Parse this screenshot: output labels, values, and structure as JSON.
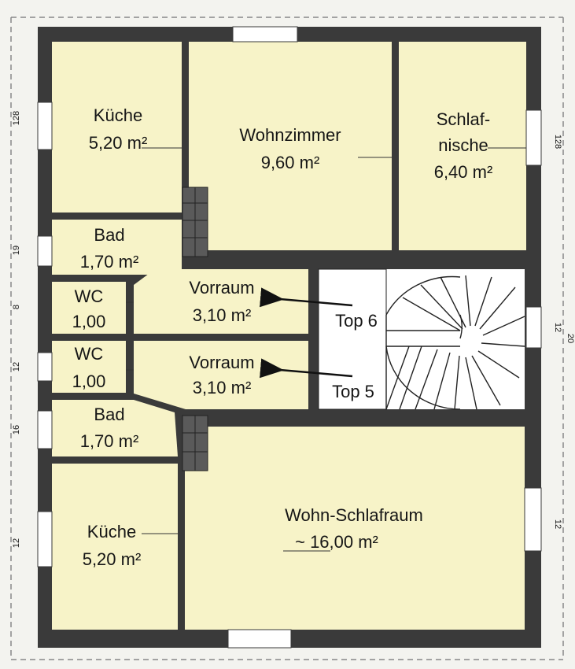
{
  "colors": {
    "room_fill": "#f7f3c8",
    "wall": "#3a3a3a",
    "wall_dark": "#222222",
    "stair_fill": "#ffffff",
    "background": "#f3f3ef"
  },
  "rooms": {
    "kueche_top": {
      "name": "Küche",
      "area": "5,20 m²"
    },
    "wohnzimmer": {
      "name": "Wohnzimmer",
      "area": "9,60 m²"
    },
    "schlafnische": {
      "name_line1": "Schlaf-",
      "name_line2": "nische",
      "area": "6,40 m²"
    },
    "bad_top": {
      "name": "Bad",
      "area": "1,70 m²"
    },
    "wc_top": {
      "name": "WC",
      "area": "1,00"
    },
    "vorraum_top": {
      "name": "Vorraum",
      "area": "3,10 m²"
    },
    "wc_bottom": {
      "name": "WC",
      "area": "1,00"
    },
    "vorraum_bottom": {
      "name": "Vorraum",
      "area": "3,10 m²"
    },
    "bad_bottom": {
      "name": "Bad",
      "area": "1,70 m²"
    },
    "kueche_bottom": {
      "name": "Küche",
      "area": "5,20 m²"
    },
    "wohn_schlafraum": {
      "name": "Wohn-Schlafraum",
      "area": "~ 16,00 m²"
    }
  },
  "units": {
    "top6": "Top 6",
    "top5": "Top 5"
  },
  "margin_dims": {
    "left": [
      "128",
      "19",
      "8",
      "12",
      "16",
      "12"
    ],
    "right": [
      "128",
      "12",
      "12",
      "20"
    ]
  }
}
